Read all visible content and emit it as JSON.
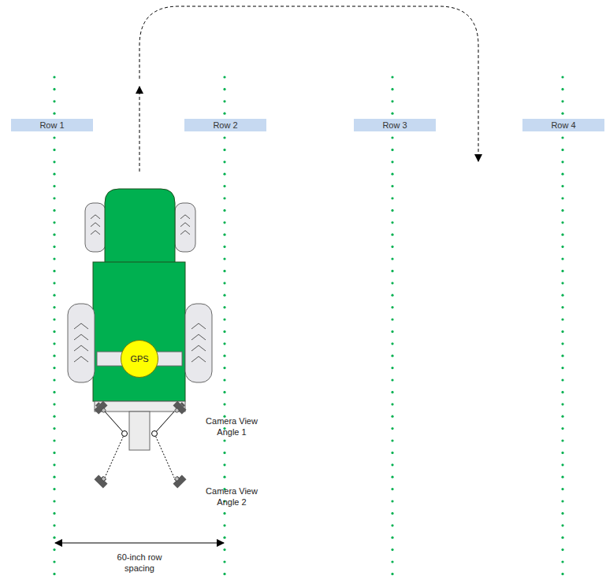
{
  "diagram": {
    "nodes": [
      {
        "text": [
          "Row 1"
        ]
      },
      {
        "text": [
          "Row 2"
        ]
      },
      {
        "text": [
          "Row 3"
        ]
      },
      {
        "text": [
          "Row 4"
        ]
      },
      {
        "text": [
          "GPS"
        ]
      }
    ],
    "labels": [
      "Camera View Angle 1",
      "Camera View Angle 2",
      "60-inch row spacing"
    ]
  }
}
